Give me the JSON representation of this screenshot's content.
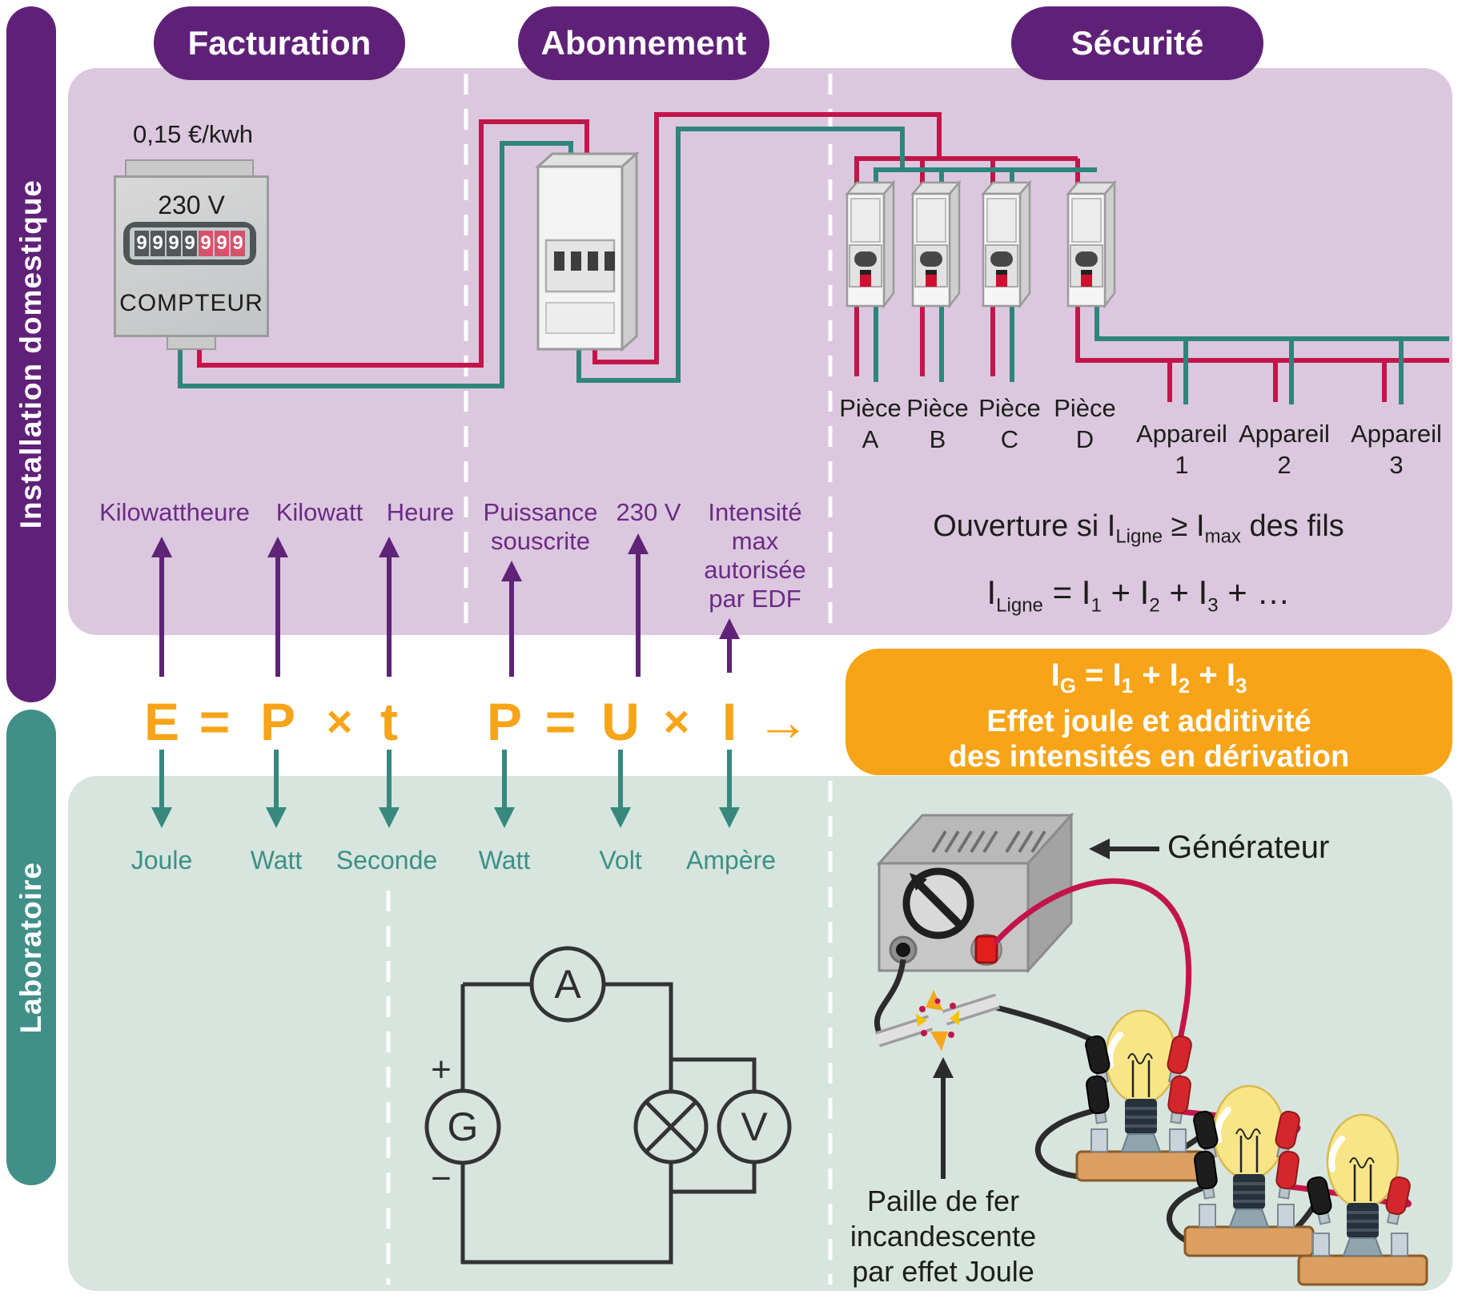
{
  "sidebars": {
    "installation": "Installation domestique",
    "laboratory": "Laboratoire"
  },
  "headers": {
    "facturation": "Facturation",
    "abonnement": "Abonnement",
    "securite": "Sécurité"
  },
  "meter": {
    "price": "0,15 €/kwh",
    "voltage": "230 V",
    "digits": [
      "9",
      "9",
      "9",
      "9",
      "9",
      "9",
      "9"
    ],
    "label": "COMPTEUR"
  },
  "securite": {
    "pieces": [
      {
        "word": "Pièce",
        "id": "A"
      },
      {
        "word": "Pièce",
        "id": "B"
      },
      {
        "word": "Pièce",
        "id": "C"
      },
      {
        "word": "Pièce",
        "id": "D"
      }
    ],
    "appareils": [
      {
        "word": "Appareil",
        "id": "1"
      },
      {
        "word": "Appareil",
        "id": "2"
      },
      {
        "word": "Appareil",
        "id": "3"
      }
    ],
    "rule_open": {
      "t1": "Ouverture si I",
      "s1": "Ligne",
      "t2": " ≥ I",
      "s2": "max",
      "t3": " des fils"
    },
    "rule_sum": {
      "t1": "I",
      "s1": "Ligne",
      "t2": " = I",
      "s2": "1",
      "t3": " + I",
      "s3": "2",
      "t4": " + I",
      "s4": "3",
      "t5": " + …"
    }
  },
  "domestic_units": {
    "kilowattheure": "Kilowattheure",
    "kilowatt": "Kilowatt",
    "heure": "Heure",
    "puissance_l1": "Puissance",
    "puissance_l2": "souscrite",
    "tension": "230 V",
    "intensite_l1": "Intensité",
    "intensite_l2": "max",
    "intensite_l3": "autorisée",
    "intensite_l4": "par EDF"
  },
  "formulas": {
    "energy": [
      "E",
      "=",
      "P",
      "×",
      "t"
    ],
    "power": [
      "P",
      "=",
      "U",
      "×",
      "I"
    ],
    "arrow": "→"
  },
  "orange_box": {
    "f": {
      "t1": "I",
      "s1": "G",
      "t2": " = I",
      "s2": "1",
      "t3": " + I",
      "s3": "2",
      "t4": " + I",
      "s4": "3"
    },
    "line2": "Effet joule et additivité",
    "line3": "des intensités en dérivation"
  },
  "lab_units": {
    "joule": "Joule",
    "watt1": "Watt",
    "seconde": "Seconde",
    "watt2": "Watt",
    "volt": "Volt",
    "ampere": "Ampère"
  },
  "schematic": {
    "ammeter": "A",
    "generator": "G",
    "voltmeter": "V",
    "plus": "+",
    "minus": "−"
  },
  "lab": {
    "generator_label": "Générateur",
    "paille_l1": "Paille de fer",
    "paille_l2": "incandescente",
    "paille_l3": "par effet Joule"
  },
  "colors": {
    "purple": "#5f2178",
    "lavender": "#dbc8de",
    "teal": "#409089",
    "green_panel": "#d7e5de",
    "orange": "#f7a418",
    "wire_red": "#c31549",
    "wire_teal": "#2e857c",
    "purple_text": "#6d2a87",
    "teal_text": "#3d9086"
  }
}
